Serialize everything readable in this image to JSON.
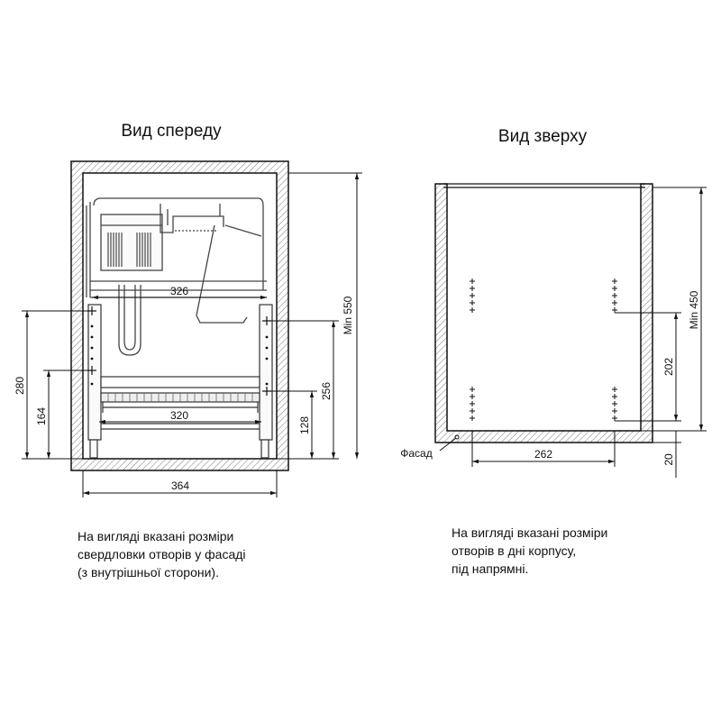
{
  "front": {
    "title": "Вид спереду",
    "dims": {
      "w326": "326",
      "w320": "320",
      "w364": "364",
      "h280": "280",
      "h164": "164",
      "h256": "256",
      "h128": "128",
      "min550": "Min 550"
    },
    "note": [
      "На вигляді вказані розміри",
      "свердловки отворів у фасаді",
      "(з внутрішньої сторони)."
    ]
  },
  "top": {
    "title": "Вид зверху",
    "dims": {
      "w262": "262",
      "h202": "202",
      "min450": "Min 450",
      "h20": "20"
    },
    "facade_label": "Фасад",
    "note": [
      "На вигляді вказані розміри",
      "отворів в дні корпусу,",
      "під напрямні."
    ]
  }
}
